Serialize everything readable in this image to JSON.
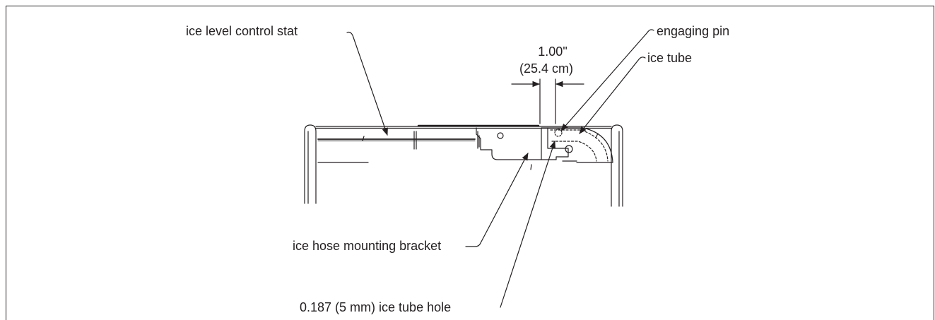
{
  "diagram": {
    "labels": {
      "ice_level_control_stat": "ice level control stat",
      "engaging_pin": "engaging pin",
      "dimension_in": "1.00\"",
      "dimension_cm": "(25.4 cm)",
      "ice_tube": "ice tube",
      "ice_hose_mounting_bracket": "ice hose mounting bracket",
      "ice_tube_hole": "0.187 (5 mm) ice tube hole"
    },
    "colors": {
      "line": "#231f20",
      "background": "#ffffff"
    }
  }
}
